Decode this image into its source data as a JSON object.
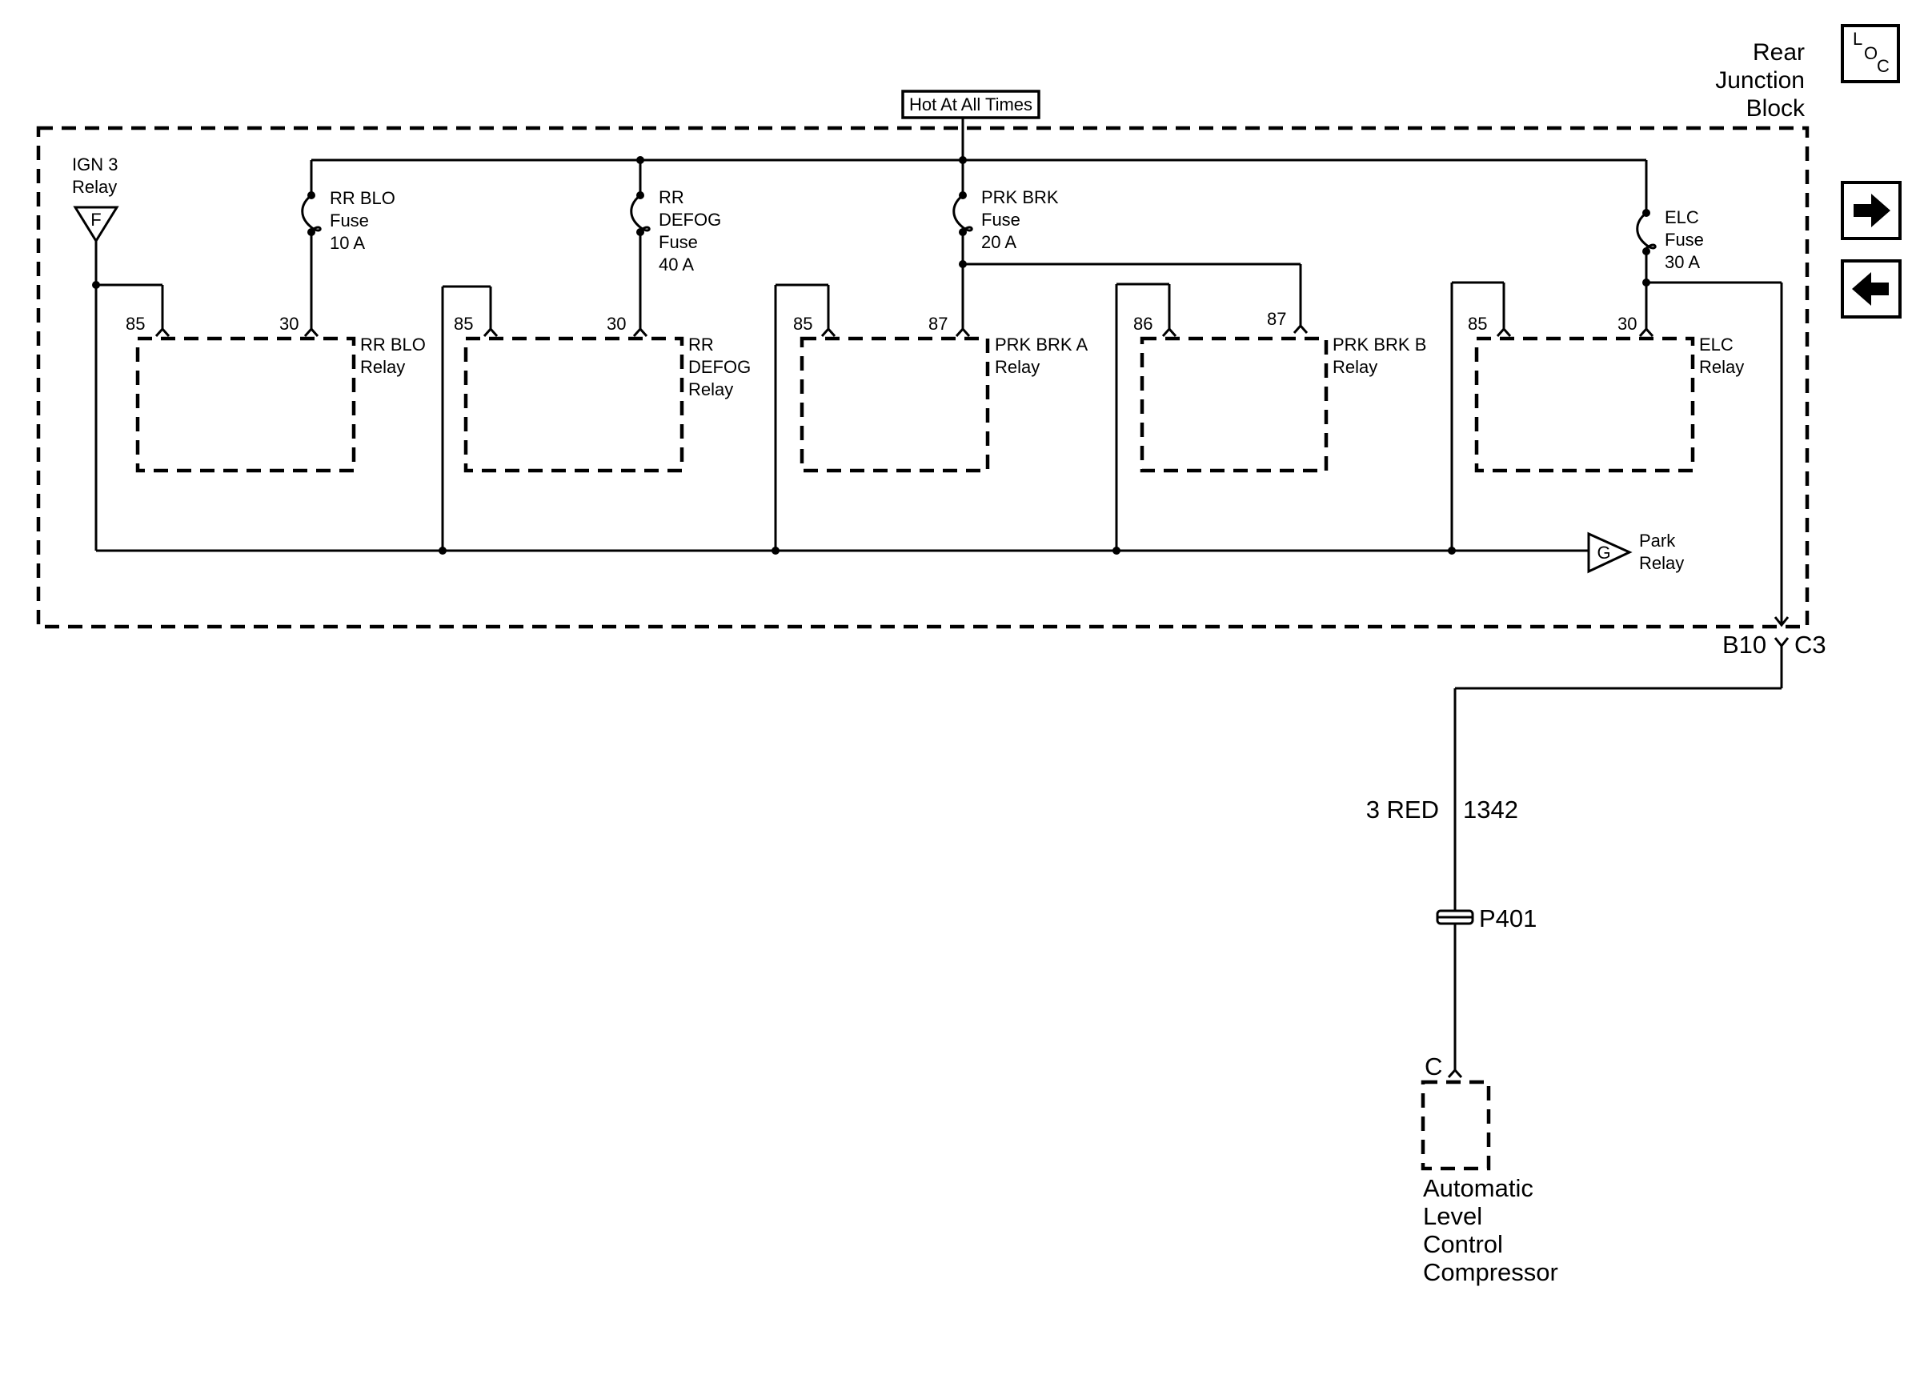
{
  "title": {
    "line1": "Rear",
    "line2": "Junction",
    "line3": "Block"
  },
  "loc_icon": {
    "l": "L",
    "o": "O",
    "c": "C",
    "icon": "location-icon"
  },
  "nav": {
    "next_icon": "arrow-right-icon",
    "prev_icon": "arrow-left-icon"
  },
  "power_label": "Hot At All Times",
  "ign_relay": {
    "line1": "IGN 3",
    "line2": "Relay",
    "letter": "F"
  },
  "fuses": [
    {
      "line1": "RR BLO",
      "line2": "Fuse",
      "line3": "10 A"
    },
    {
      "line1": "RR",
      "line2": "DEFOG",
      "line3": "Fuse",
      "line4": "40 A"
    },
    {
      "line1": "PRK BRK",
      "line2": "Fuse",
      "line3": "20 A"
    },
    {
      "line1": "ELC",
      "line2": "Fuse",
      "line3": "30 A"
    }
  ],
  "relays": [
    {
      "line1": "RR BLO",
      "line2": "Relay",
      "pin_left": "85",
      "pin_right": "30"
    },
    {
      "line1": "RR",
      "line2": "DEFOG",
      "line3": "Relay",
      "pin_left": "85",
      "pin_right": "30"
    },
    {
      "line1": "PRK BRK A",
      "line2": "Relay",
      "pin_left": "85",
      "pin_right": "87"
    },
    {
      "line1": "PRK BRK B",
      "line2": "Relay",
      "pin_left": "86",
      "pin_right": "87"
    },
    {
      "line1": "ELC",
      "line2": "Relay",
      "pin_left": "85",
      "pin_right": "30"
    }
  ],
  "park_relay": {
    "line1": "Park",
    "line2": "Relay",
    "letter": "G"
  },
  "connector": {
    "cavity": "B10",
    "name": "C3"
  },
  "wire": {
    "gauge_color": "3 RED",
    "circuit": "1342"
  },
  "splice": "P401",
  "compressor": {
    "pin": "C",
    "line1": "Automatic",
    "line2": "Level",
    "line3": "Control",
    "line4": "Compressor"
  }
}
